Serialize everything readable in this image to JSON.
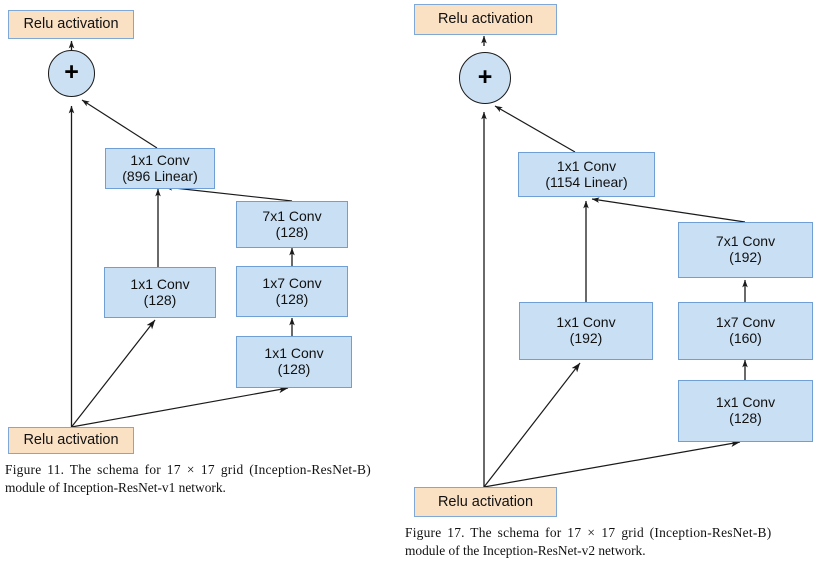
{
  "figure_left": {
    "id": "inception-resnet-b-v1",
    "nodes": {
      "output_relu": {
        "label": "Relu activation"
      },
      "sum": {
        "label": "+"
      },
      "linear_conv": {
        "line1": "1x1 Conv",
        "line2": "(896 Linear)"
      },
      "conv_7x1": {
        "line1": "7x1 Conv",
        "line2": "(128)"
      },
      "conv_1x1_mid": {
        "line1": "1x1 Conv",
        "line2": "(128)"
      },
      "conv_1x7": {
        "line1": "1x7 Conv",
        "line2": "(128)"
      },
      "conv_1x1_branch": {
        "line1": "1x1 Conv",
        "line2": "(128)"
      },
      "input_relu": {
        "label": "Relu activation"
      }
    },
    "caption": {
      "line1_a": "Figure 11. The schema for ",
      "line1_grid": "17 × 17",
      "line1_b": " grid (Inception-ResNet-B)",
      "line2": "module of Inception-ResNet-v1 network."
    }
  },
  "figure_right": {
    "id": "inception-resnet-b-v2",
    "nodes": {
      "output_relu": {
        "label": "Relu activation"
      },
      "sum": {
        "label": "+"
      },
      "linear_conv": {
        "line1": "1x1 Conv",
        "line2": "(1154 Linear)"
      },
      "conv_7x1": {
        "line1": "7x1 Conv",
        "line2": "(192)"
      },
      "conv_1x1_mid": {
        "line1": "1x1 Conv",
        "line2": "(192)"
      },
      "conv_1x7": {
        "line1": "1x7 Conv",
        "line2": "(160)"
      },
      "conv_1x1_branch": {
        "line1": "1x1 Conv",
        "line2": "(128)"
      },
      "input_relu": {
        "label": "Relu activation"
      }
    },
    "caption": {
      "line1_a": "Figure 17. The schema for ",
      "line1_grid": "17 × 17",
      "line1_b": " grid (Inception-ResNet-B)",
      "line2": "module of the Inception-ResNet-v2 network."
    }
  },
  "colors": {
    "conv_fill": "#c9dff3",
    "conv_border": "#6f9fd4",
    "relu_fill": "#fbe1c4",
    "relu_border": "#7fa8d6",
    "sum_fill": "#cbe0f3",
    "sum_border": "#1a1a1a",
    "arrow": "#1a1a1a",
    "background": "#ffffff"
  }
}
